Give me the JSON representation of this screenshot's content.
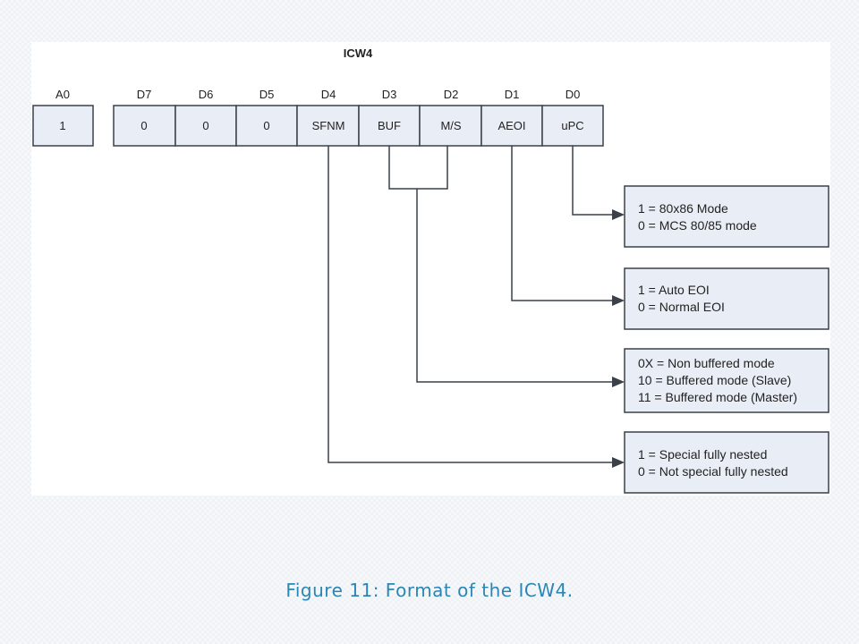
{
  "diagram": {
    "title": "ICW4",
    "bits": [
      {
        "name": "A0",
        "value": "1"
      },
      {
        "name": "D7",
        "value": "0"
      },
      {
        "name": "D6",
        "value": "0"
      },
      {
        "name": "D5",
        "value": "0"
      },
      {
        "name": "D4",
        "value": "SFNM"
      },
      {
        "name": "D3",
        "value": "BUF"
      },
      {
        "name": "D2",
        "value": "M/S"
      },
      {
        "name": "D1",
        "value": "AEOI"
      },
      {
        "name": "D0",
        "value": "uPC"
      }
    ],
    "descriptions": [
      {
        "lines": [
          "1 = 80x86 Mode",
          "0 = MCS 80/85 mode"
        ]
      },
      {
        "lines": [
          "1 = Auto EOI",
          "0 = Normal EOI"
        ]
      },
      {
        "lines": [
          "0X = Non buffered mode",
          "10 = Buffered mode (Slave)",
          "11 = Buffered mode (Master)"
        ]
      },
      {
        "lines": [
          "1 = Special fully nested",
          "0 = Not special fully nested"
        ]
      }
    ]
  },
  "caption": "Figure 11: Format of the ICW4."
}
